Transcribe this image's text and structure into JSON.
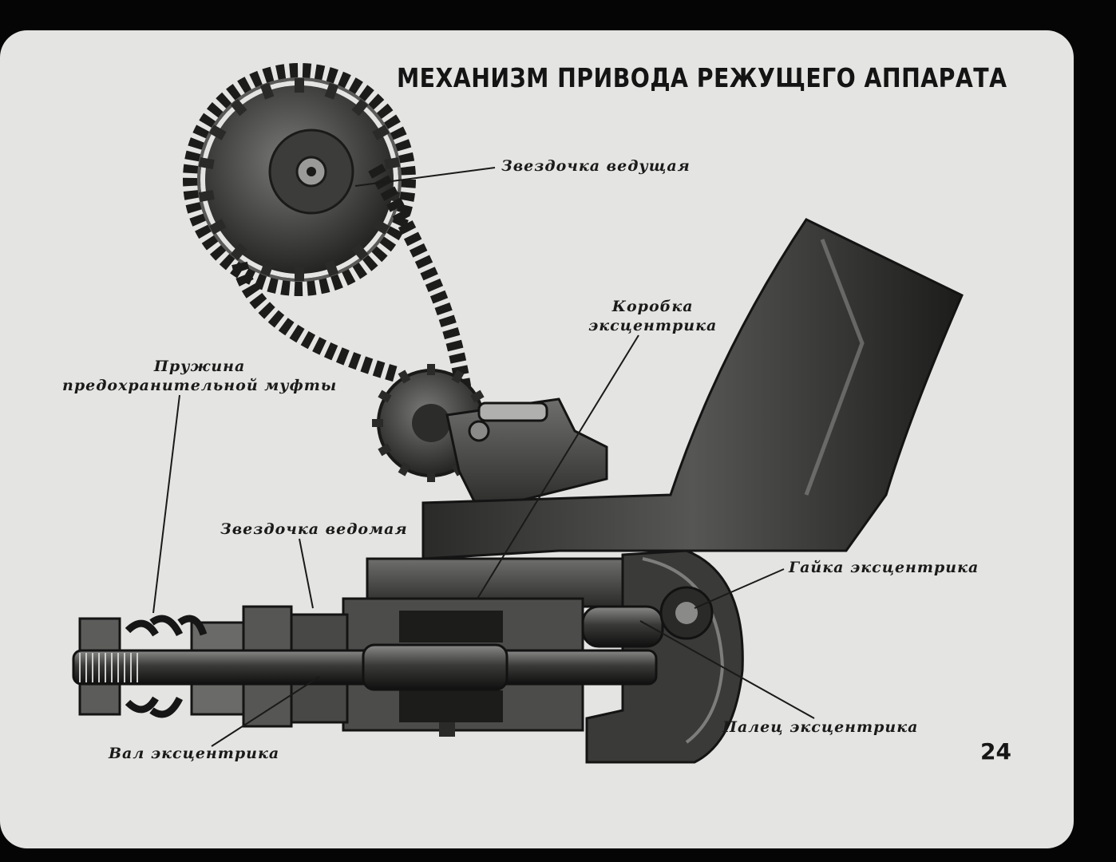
{
  "title": "МЕХАНИЗМ ПРИВОДА РЕЖУЩЕГО АППАРАТА",
  "page_number": "24",
  "labels": {
    "drive_sprocket": "Звездочка ведущая",
    "eccentric_box_line1": "Коробка",
    "eccentric_box_line2": "эксцентрика",
    "clutch_spring_line1": "Пружина",
    "clutch_spring_line2": "предохранительной муфты",
    "driven_sprocket": "Звездочка ведомая",
    "eccentric_nut": "Гайка эксцентрика",
    "eccentric_pin": "Палец эксцентрика",
    "eccentric_shaft": "Вал эксцентрика"
  }
}
